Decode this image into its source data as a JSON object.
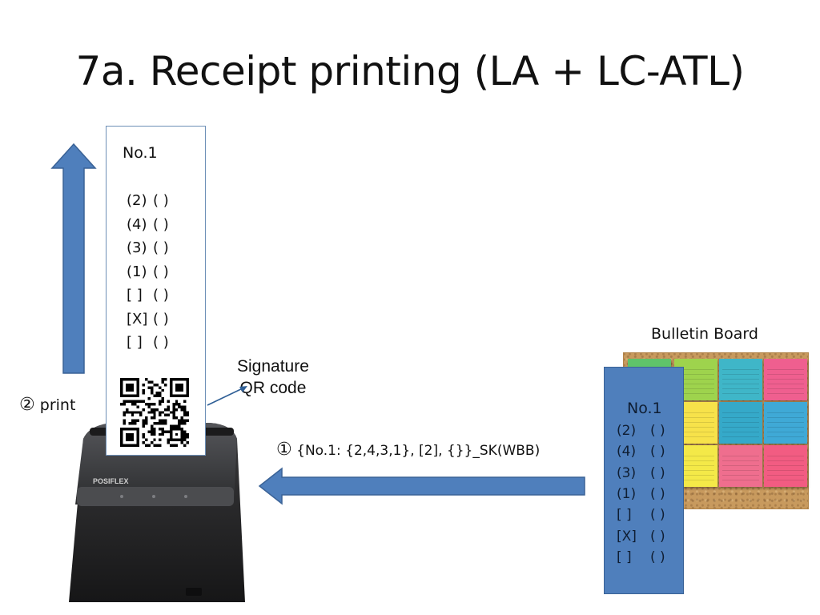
{
  "title": "7a. Receipt printing (LA + LC-ATL)",
  "print_step": {
    "num": "②",
    "label": "print"
  },
  "receipt": {
    "number": "No.1",
    "rows": [
      {
        "choice": "(2)",
        "check": "( )"
      },
      {
        "choice": "(4)",
        "check": "( )"
      },
      {
        "choice": "(3)",
        "check": "( )"
      },
      {
        "choice": "(1)",
        "check": "( )"
      },
      {
        "choice": "[ ]",
        "check": "( )"
      },
      {
        "choice": "[X]",
        "check": "( )"
      },
      {
        "choice": "[ ]",
        "check": "( )"
      }
    ]
  },
  "signature_label": {
    "line1": "Signature",
    "line2": "QR code"
  },
  "message": {
    "num": "①",
    "text": "{No.1: {2,4,3,1}, [2], {}}_SK(WBB)"
  },
  "bulletin_board": {
    "label": "Bulletin Board",
    "panel": {
      "number": "No.1",
      "rows": [
        {
          "choice": "(2)",
          "check": "( )"
        },
        {
          "choice": "(4)",
          "check": "( )"
        },
        {
          "choice": "(3)",
          "check": "( )"
        },
        {
          "choice": "(1)",
          "check": "( )"
        },
        {
          "choice": "[ ]",
          "check": "( )"
        },
        {
          "choice": "[X]",
          "check": "( )"
        },
        {
          "choice": "[ ]",
          "check": "( )"
        }
      ]
    },
    "note_colors": [
      "#5fc36a",
      "#9ed34d",
      "#3fb6c8",
      "#ef5f8f",
      "#f2b31e",
      "#f7e24a",
      "#35a9c9",
      "#3fa9d6",
      "#a8d646",
      "#f4e948",
      "#ef6e8e",
      "#f25c82"
    ]
  },
  "colors": {
    "arrow_blue": "#4f7fbc",
    "arrow_edge": "#3a6296",
    "panel_blue": "#4f7fbc"
  }
}
